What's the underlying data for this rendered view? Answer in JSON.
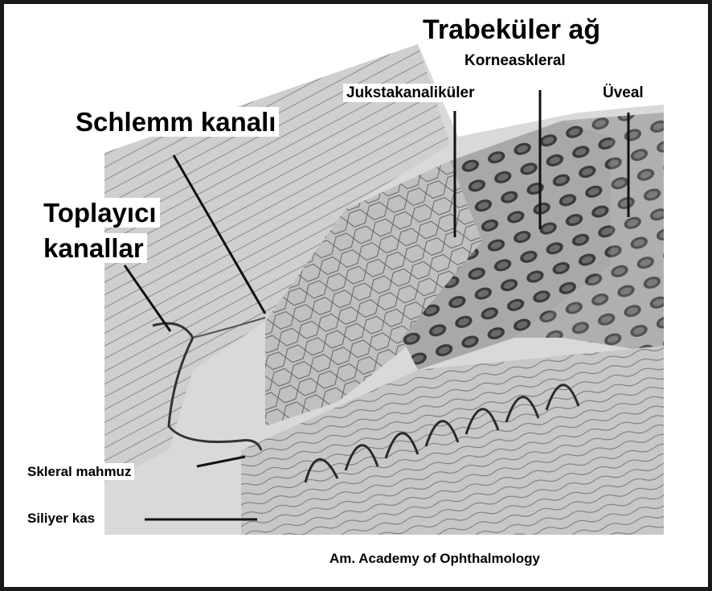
{
  "labels": {
    "trabekuler": "Trabeküler ağ",
    "korneaskleral": "Korneaskleral",
    "jukstakanalikuler": "Jukstakanaliküler",
    "uveal": "Üveal",
    "schlemm": "Schlemm kanalı",
    "toplayici_line1": "Toplayıcı",
    "toplayici_line2": "kanallar",
    "skleral": "Skleral mahmuz",
    "siliyer": "Siliyer kas",
    "credit": "Am. Academy of Ophthalmology"
  },
  "colors": {
    "frame_border": "#1a1a1a",
    "illustration_bg": "#d9d9d9",
    "ink": "#111111"
  }
}
